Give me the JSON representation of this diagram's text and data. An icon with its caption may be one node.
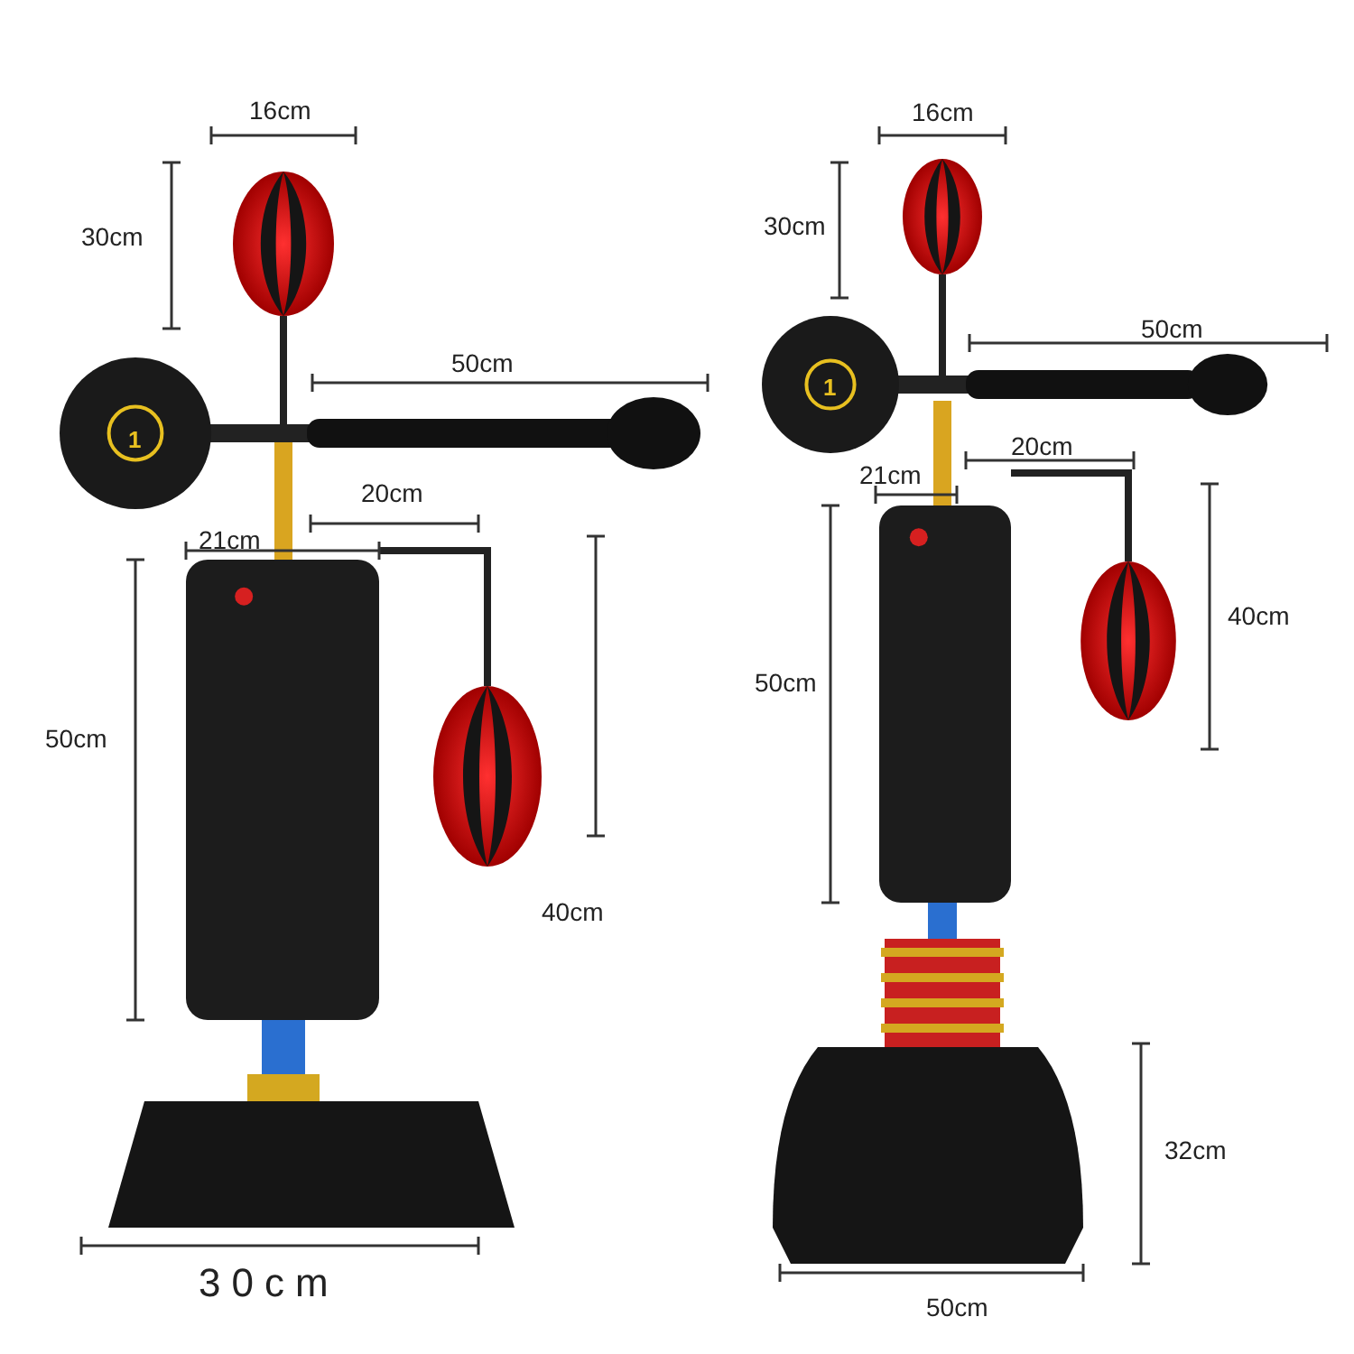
{
  "diagram": {
    "labels": [
      "16cm",
      "30cm",
      "1",
      "50cm",
      "20cm",
      "21cm",
      "50cm",
      "40cm",
      "30cm",
      "16cm",
      "30cm",
      "1",
      "50cm",
      "20cm",
      "21cm",
      "40cm",
      "50cm",
      "32cm",
      "50cm"
    ]
  }
}
